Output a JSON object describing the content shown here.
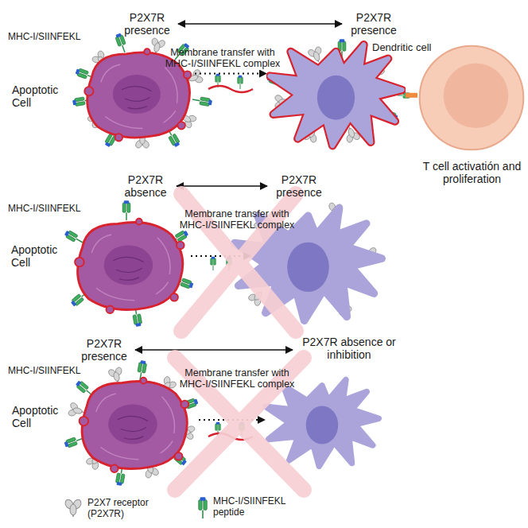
{
  "diagram": {
    "nodes": [
      {
        "text": [
          "Apoptotic Cell"
        ]
      },
      {
        "text": [
          "Dendritic cell"
        ]
      },
      {
        "text": [
          "T cell activatión and proliferation"
        ]
      },
      {
        "text": [
          "Apoptotic Cell"
        ]
      },
      {
        "text": [
          "Apoptotic Cell"
        ]
      }
    ],
    "edges": [
      {
        "from": 0,
        "to": 1,
        "arrow": "to",
        "label": "Membrane transfer with MHC-I/SIINFEKL complex"
      },
      {
        "from": 1,
        "to": 2,
        "arrow": "none"
      }
    ],
    "labels": [
      "P2X7R presence",
      "P2X7R presence",
      "MHC-I/SIINFEKL",
      "MHC-I/SIINFEKL",
      "P2X7R absence",
      "P2X7R presence",
      "Membrane transfer with MHC-I/SIINFEKL complex",
      "MHC-I/SIINFEKL",
      "P2X7R presence",
      "P2X7R absence or inhibition",
      "Membrane transfer with MHC-I/SIINFEKL complex"
    ],
    "legend": [
      {
        "text": "P2X7 receptor (P2X7R)"
      },
      {
        "text": "MHC-I/SIINFEKL peptide"
      }
    ]
  }
}
